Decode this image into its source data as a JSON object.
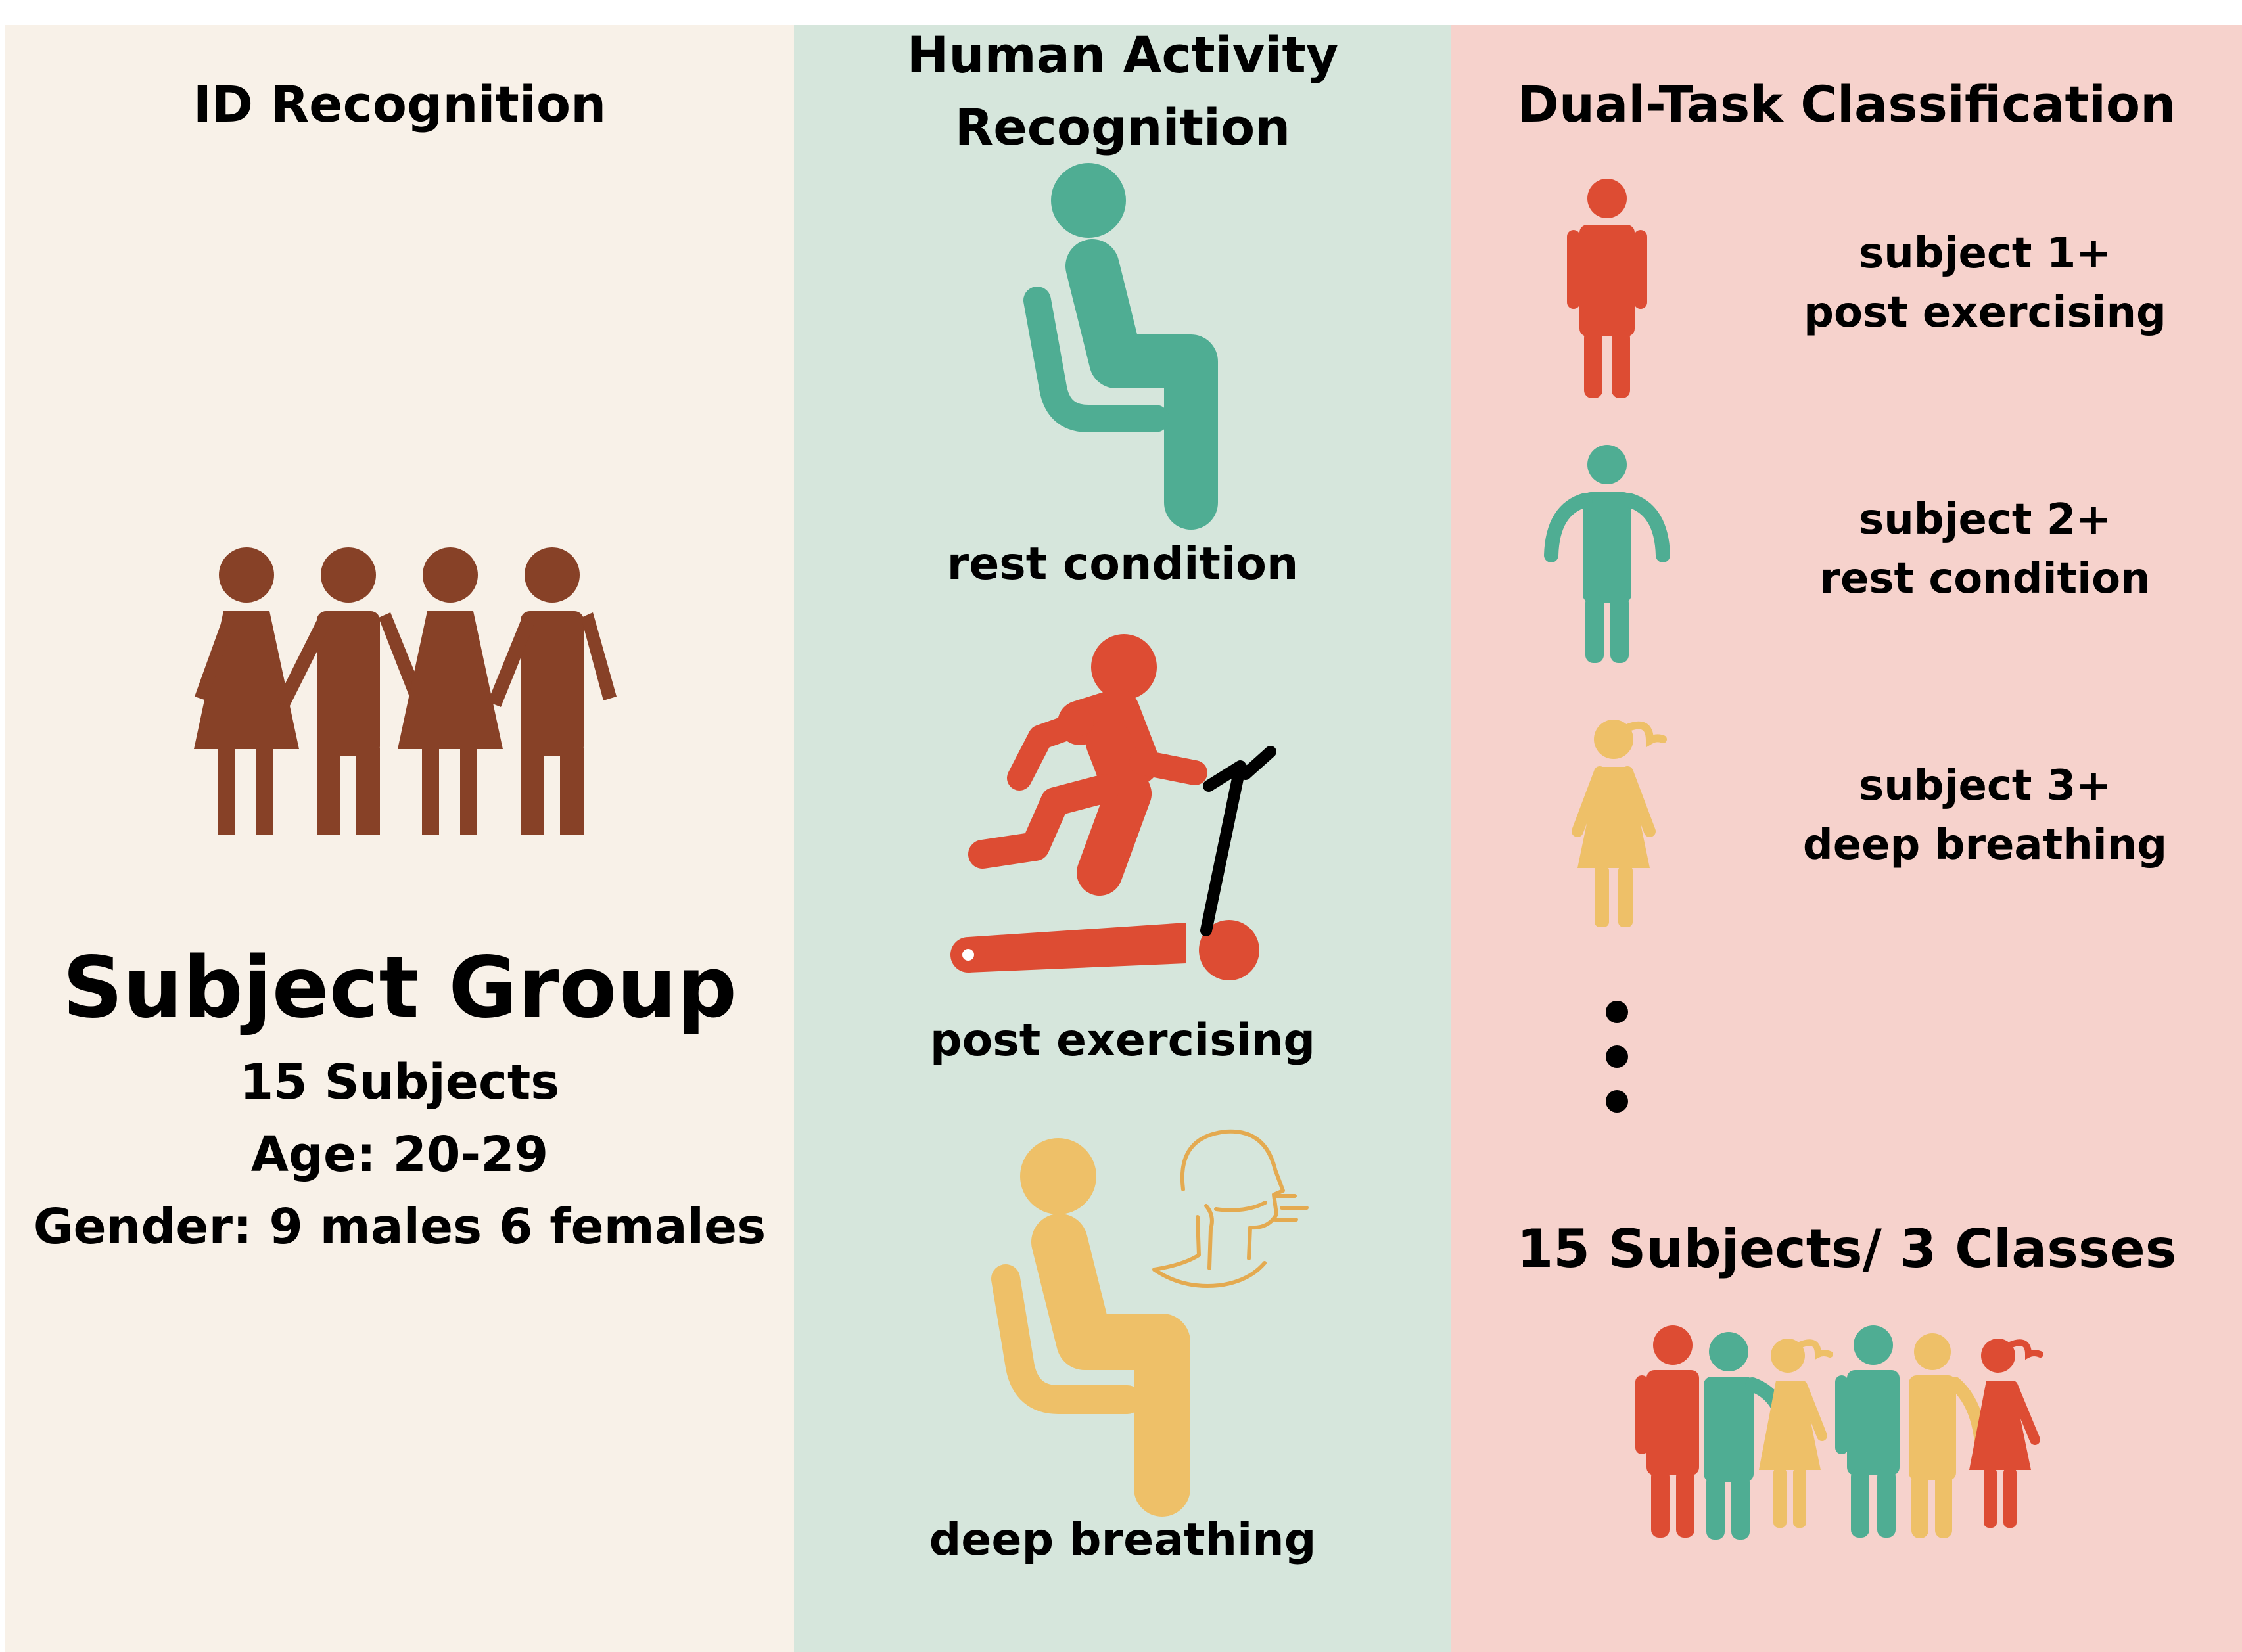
{
  "id_panel": {
    "title": "ID Recognition",
    "group_title": "Subject Group",
    "count": "15 Subjects",
    "age": "Age: 20-29",
    "gender": "Gender: 9 males 6 females"
  },
  "har_panel": {
    "title_line1": "Human Activity",
    "title_line2": "Recognition",
    "activities": [
      {
        "label": "rest condition",
        "icon": "sitting-person-icon"
      },
      {
        "label": "post exercising",
        "icon": "treadmill-runner-icon"
      },
      {
        "label": "deep breathing",
        "icon": "breathing-person-icon"
      }
    ]
  },
  "dual_panel": {
    "title": "Dual-Task Classification",
    "items": [
      {
        "line1": "subject 1+",
        "line2": "post exercising"
      },
      {
        "line1": "subject 2+",
        "line2": "rest condition"
      },
      {
        "line1": "subject 3+",
        "line2": "deep breathing"
      }
    ],
    "summary": "15 Subjects/ 3 Classes"
  },
  "colors": {
    "brown": "#874127",
    "teal": "#4fad93",
    "red": "#dd4c33",
    "yellow": "#eec068",
    "panel_left": "#f8f1e8",
    "panel_mid": "#d6e6dc",
    "panel_right": "#f6d2cc"
  }
}
